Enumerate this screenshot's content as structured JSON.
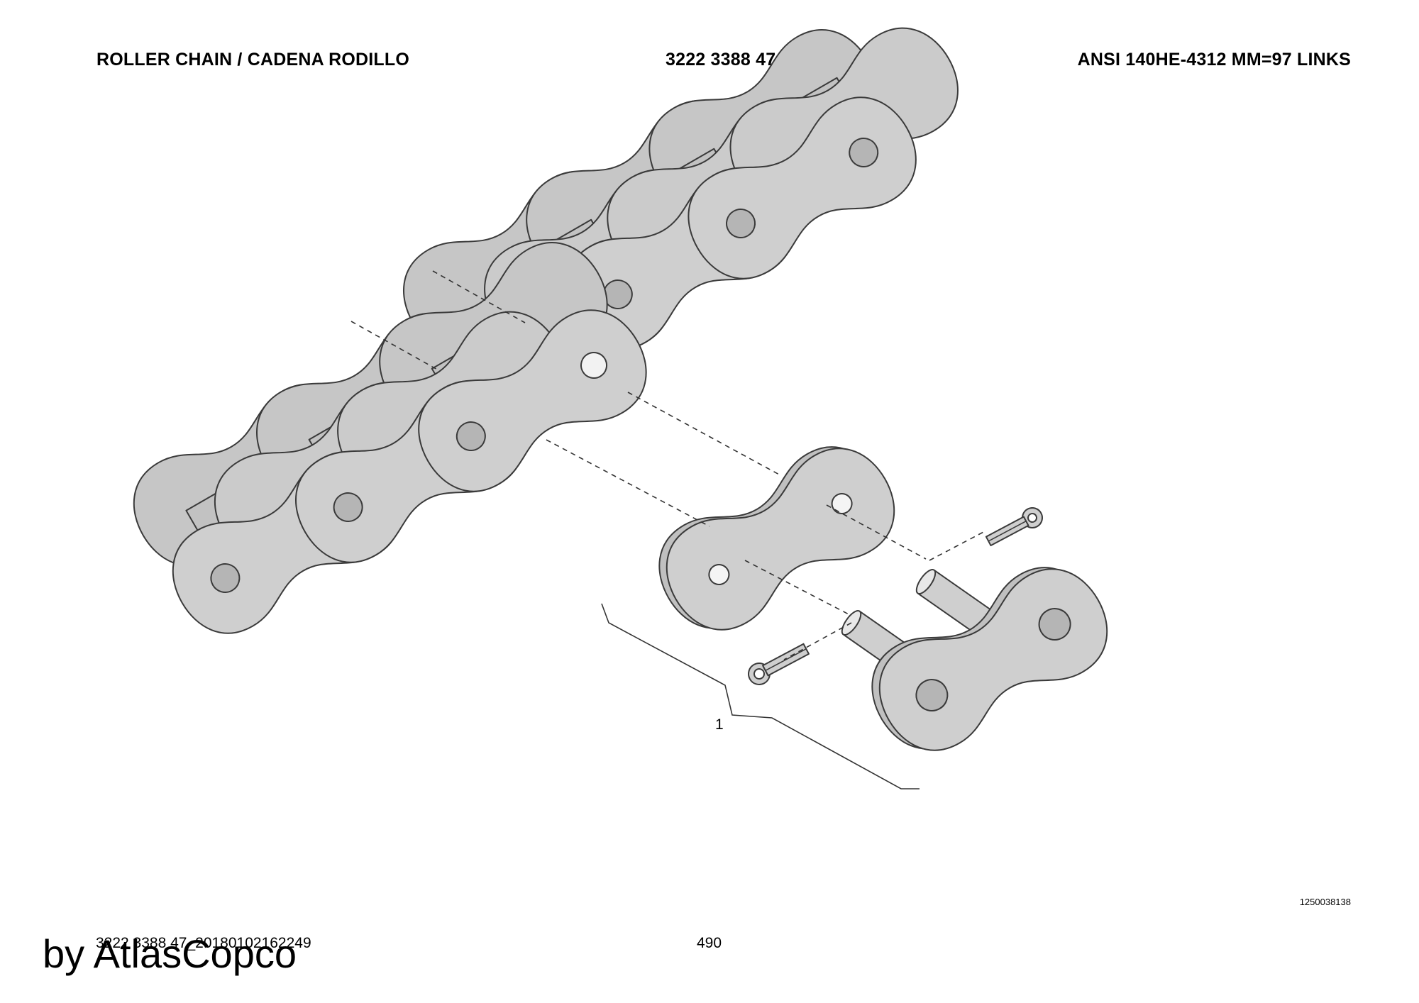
{
  "header": {
    "title": "ROLLER CHAIN / CADENA RODILLO",
    "part_number": "3222 3388 47",
    "spec": "ANSI 140HE-4312 MM=97 LINKS"
  },
  "callouts": [
    {
      "label": "1"
    }
  ],
  "drawing_number": "1250038138",
  "footer": {
    "doc_id": "3222 3388 47_20180102162249",
    "page": "490",
    "watermark": "by AtlasCopco"
  },
  "colors": {
    "part_fill": "#cfcfcf",
    "part_stroke": "#3a3a3a",
    "leader": "#333333"
  }
}
